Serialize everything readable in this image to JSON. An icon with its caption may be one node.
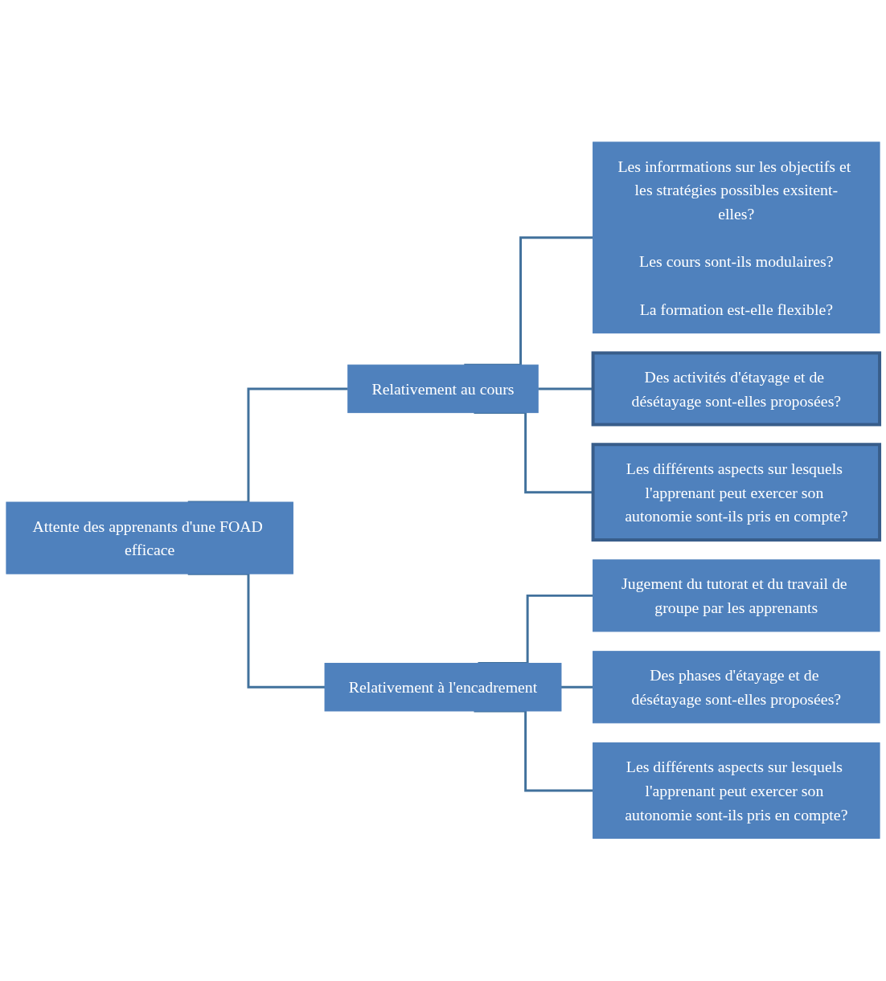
{
  "diagram": {
    "nodes": [
      {
        "text": [
          "Attente des apprenants d'une FOAD efficace"
        ]
      },
      {
        "text": [
          "Relativement au cours"
        ]
      },
      {
        "text": [
          "Relativement à l'encadrement"
        ]
      },
      {
        "text": [
          "Les inforrmations sur les objectifs et les stratégies possibles exsitent-elles?",
          "Les cours sont-ils modulaires?",
          "La formation est-elle flexible?"
        ]
      },
      {
        "text": [
          "Des activités d'étayage et de désétayage sont-elles proposées?"
        ]
      },
      {
        "text": [
          "Les différents aspects sur lesquels l'apprenant peut exercer son autonomie sont-ils pris en compte?"
        ]
      },
      {
        "text": [
          "Jugement du tutorat et du travail de groupe par les apprenants"
        ]
      },
      {
        "text": [
          "Des phases d'étayage et de désétayage sont-elles proposées?"
        ]
      },
      {
        "text": [
          "Les différents aspects sur lesquels l'apprenant peut exercer son autonomie sont-ils pris en compte?"
        ]
      }
    ],
    "edges": [
      {
        "from": 0,
        "to": 1,
        "arrow": "none"
      },
      {
        "from": 0,
        "to": 2,
        "arrow": "none"
      },
      {
        "from": 1,
        "to": 3,
        "arrow": "none"
      },
      {
        "from": 1,
        "to": 4,
        "arrow": "none"
      },
      {
        "from": 1,
        "to": 5,
        "arrow": "none"
      },
      {
        "from": 2,
        "to": 6,
        "arrow": "none"
      },
      {
        "from": 2,
        "to": 7,
        "arrow": "none"
      },
      {
        "from": 2,
        "to": 8,
        "arrow": "none"
      }
    ]
  }
}
